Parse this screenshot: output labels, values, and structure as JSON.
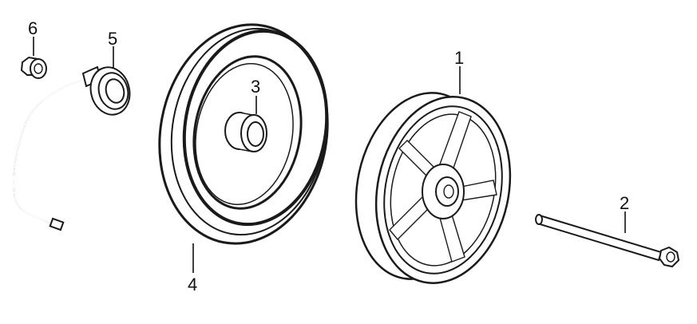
{
  "callouts": {
    "c1": "1",
    "c2": "2",
    "c3": "3",
    "c4": "4",
    "c5": "5",
    "c6": "6"
  },
  "colors": {
    "line": "#1a1a1a",
    "part_fill": "#ffffff",
    "background": "#ffffff"
  }
}
